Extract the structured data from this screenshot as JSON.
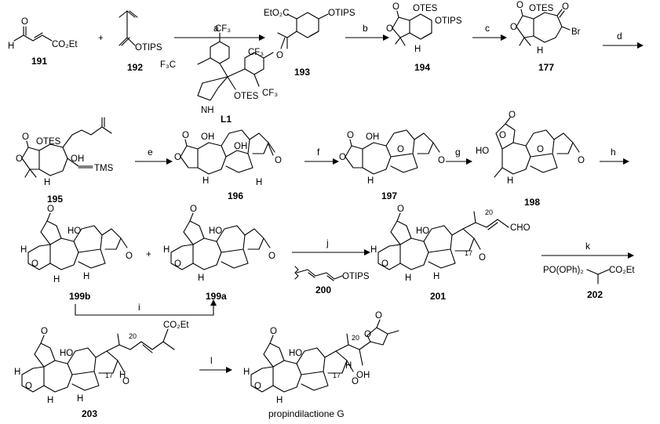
{
  "compounds": {
    "c191": "191",
    "c192": "192",
    "c193": "193",
    "c194": "194",
    "c177": "177",
    "L1": "L1",
    "c195": "195",
    "c196": "196",
    "c197": "197",
    "c198": "198",
    "c199b": "199b",
    "c199a": "199a",
    "c200": "200",
    "c201": "201",
    "c202": "202",
    "c203": "203",
    "product": "propindilactione G"
  },
  "arrows": {
    "a": "a",
    "b": "b",
    "c": "c",
    "d": "d",
    "e": "e",
    "f": "f",
    "g": "g",
    "h": "h",
    "i": "i",
    "j": "j",
    "k": "k",
    "l": "l"
  },
  "plus": "+",
  "groups": {
    "H": "H",
    "O": "O",
    "CO2Et": "CO₂Et",
    "OTIPS": "OTIPS",
    "EtO2C": "EtO₂C",
    "OTES": "OTES",
    "Br": "Br",
    "CF3": "CF₃",
    "F3C": "F₃C",
    "NH": "NH",
    "OH": "OH",
    "TMS": "TMS",
    "HO": "HO",
    "CHO": "CHO",
    "reagent202": "PO(OPh)₂",
    "n17": "17",
    "n20": "20"
  }
}
